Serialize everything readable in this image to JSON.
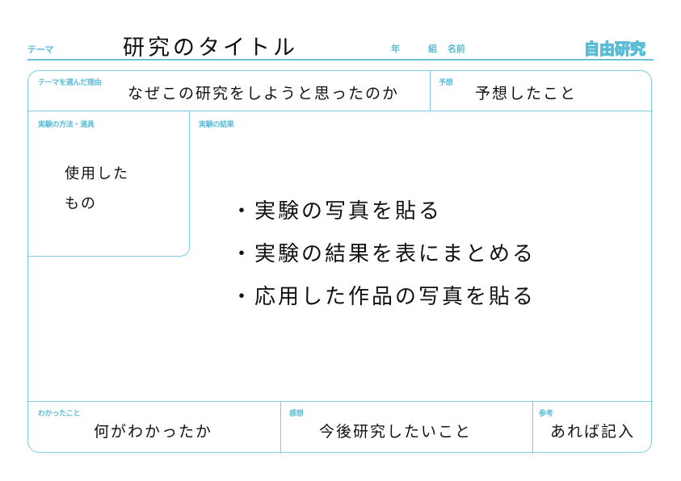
{
  "header": {
    "theme_label": "テーマ",
    "title": "研究のタイトル",
    "year_label": "年",
    "class_label": "組",
    "name_label": "名前",
    "logo": "自由研究"
  },
  "row1": {
    "reason": {
      "label": "テーマを選んだ理由",
      "content": "なぜこの研究をしようと思ったのか"
    },
    "prediction": {
      "label": "予想",
      "content": "予想したこと"
    }
  },
  "middle": {
    "method": {
      "label": "実験の方法・道具",
      "content_lines": [
        "使用した",
        "もの"
      ]
    },
    "results": {
      "label": "実験の結果",
      "items": [
        "・実験の写真を貼る",
        "・実験の結果を表にまとめる",
        "・応用した作品の写真を貼る"
      ]
    }
  },
  "bottom": {
    "learned": {
      "label": "わかったこと",
      "content": "何がわかったか"
    },
    "impressions": {
      "label": "感想",
      "content": "今後研究したいこと"
    },
    "references": {
      "label": "参考",
      "content": "あれば記入"
    }
  },
  "colors": {
    "accent": "#5bbcd6",
    "border": "#7ccbe0",
    "text": "#111111"
  }
}
